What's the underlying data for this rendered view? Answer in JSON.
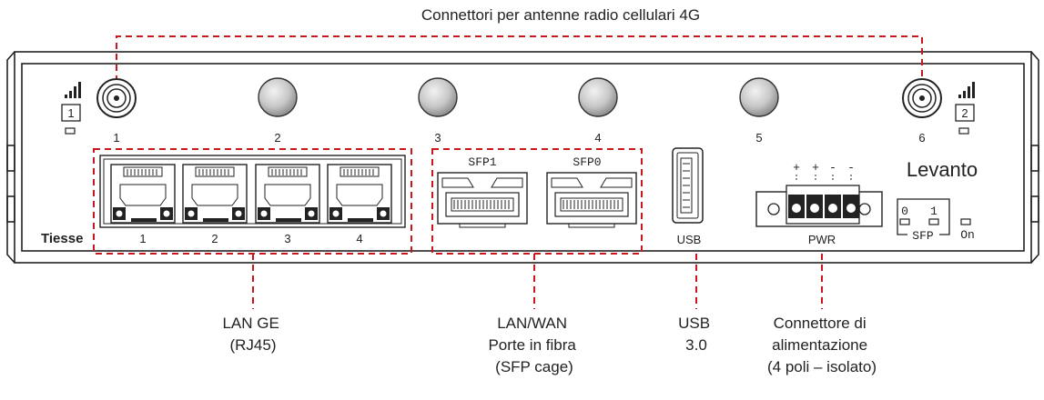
{
  "title": "Connettori per antenne radio cellulari 4G",
  "brand": "Levanto",
  "maker": "Tiesse",
  "antennas": [
    {
      "num": "1",
      "type": "connector",
      "signal_box": "1"
    },
    {
      "num": "2",
      "type": "cap"
    },
    {
      "num": "3",
      "type": "cap"
    },
    {
      "num": "4",
      "type": "cap"
    },
    {
      "num": "5",
      "type": "cap"
    },
    {
      "num": "6",
      "type": "connector",
      "signal_box": "2"
    }
  ],
  "lan_ports": [
    "1",
    "2",
    "3",
    "4"
  ],
  "sfp_ports": [
    "SFP1",
    "SFP0"
  ],
  "usb_label": "USB",
  "power": {
    "label": "PWR",
    "polarity": [
      "+",
      "+",
      "-",
      "-"
    ]
  },
  "sfp_leds": {
    "zero": "0",
    "one": "1",
    "label": "SFP"
  },
  "on_label": "On",
  "callouts": {
    "lan": [
      "LAN GE",
      "(RJ45)"
    ],
    "sfp": [
      "LAN/WAN",
      "Porte in fibra",
      "(SFP cage)"
    ],
    "usb": [
      "USB",
      "3.0"
    ],
    "power": [
      "Connettore di",
      "alimentazione",
      "(4 poli – isolato)"
    ]
  },
  "colors": {
    "dashed": "#c8171d",
    "outline": "#222222"
  }
}
